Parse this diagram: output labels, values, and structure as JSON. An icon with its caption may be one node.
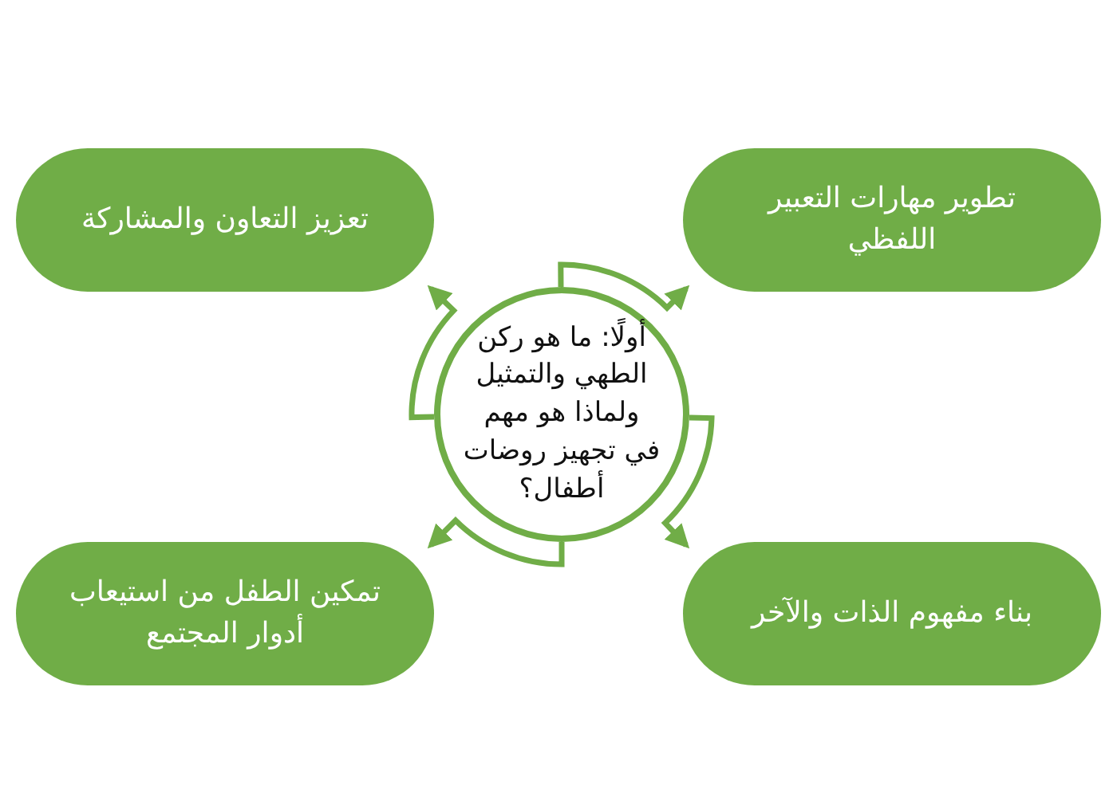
{
  "diagram": {
    "nodes": [
      {
        "text": [
          "أولًا: ما هو ركن الطهي والتمثيل ولماذا هو مهم في تجهيز روضات أطفال؟"
        ]
      },
      {
        "text": [
          "تطوير مهارات التعبير اللفظي"
        ]
      },
      {
        "text": [
          "تعزيز التعاون والمشاركة"
        ]
      },
      {
        "text": [
          "بناء مفهوم الذات والآخر"
        ]
      },
      {
        "text": [
          "تمكين الطفل من استيعاب أدوار المجتمع"
        ]
      }
    ],
    "edges": [
      {
        "from": 0,
        "to": 1,
        "arrow": "to"
      },
      {
        "from": 0,
        "to": 3,
        "arrow": "to"
      },
      {
        "from": 0,
        "to": 4,
        "arrow": "to"
      },
      {
        "from": 0,
        "to": 2,
        "arrow": "to"
      }
    ]
  }
}
